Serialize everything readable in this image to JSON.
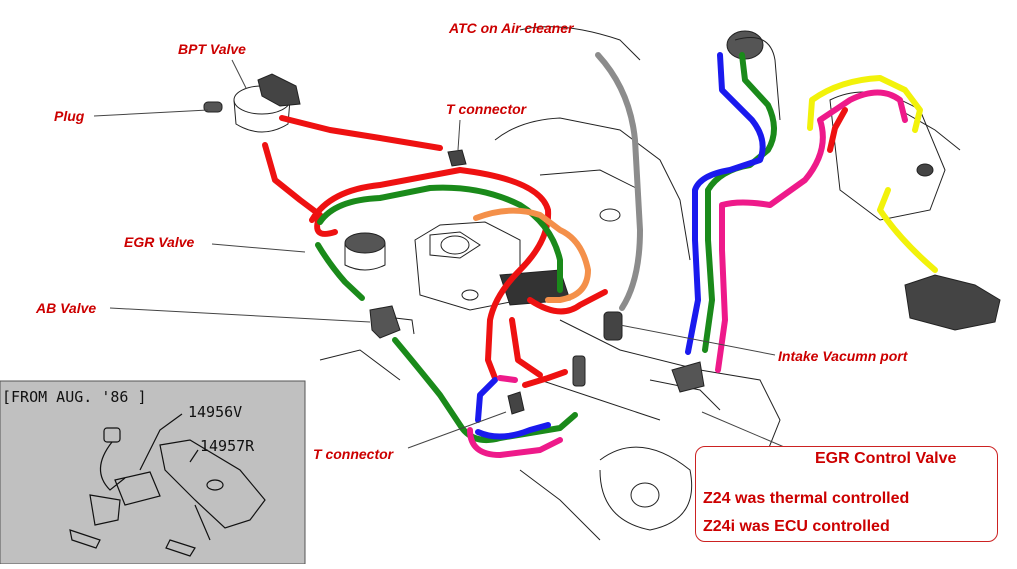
{
  "labels": {
    "bpt_valve": "BPT Valve",
    "plug": "Plug",
    "t_connector_top": "T connector",
    "atc": "ATC on Air cleaner",
    "egr_valve": "EGR Valve",
    "ab_valve": "AB Valve",
    "intake_port": "Intake Vacumn port",
    "t_connector_bottom": "T connector"
  },
  "note": {
    "title": "EGR Control Valve",
    "line1": "Z24 was thermal controlled",
    "line2": "Z24i was ECU controlled"
  },
  "inset": {
    "caption": "[FROM AUG. '86  ]",
    "part1": "14956V",
    "part2": "14957R"
  },
  "colors": {
    "label_red": "#cc0000",
    "hose_red": "#ee1111",
    "hose_green": "#1a8a1a",
    "hose_blue": "#1a1aee",
    "hose_pink": "#ee1a8a",
    "hose_orange": "#f4904a",
    "hose_yellow": "#f2f20a",
    "hose_gray": "#8c8c8c"
  }
}
